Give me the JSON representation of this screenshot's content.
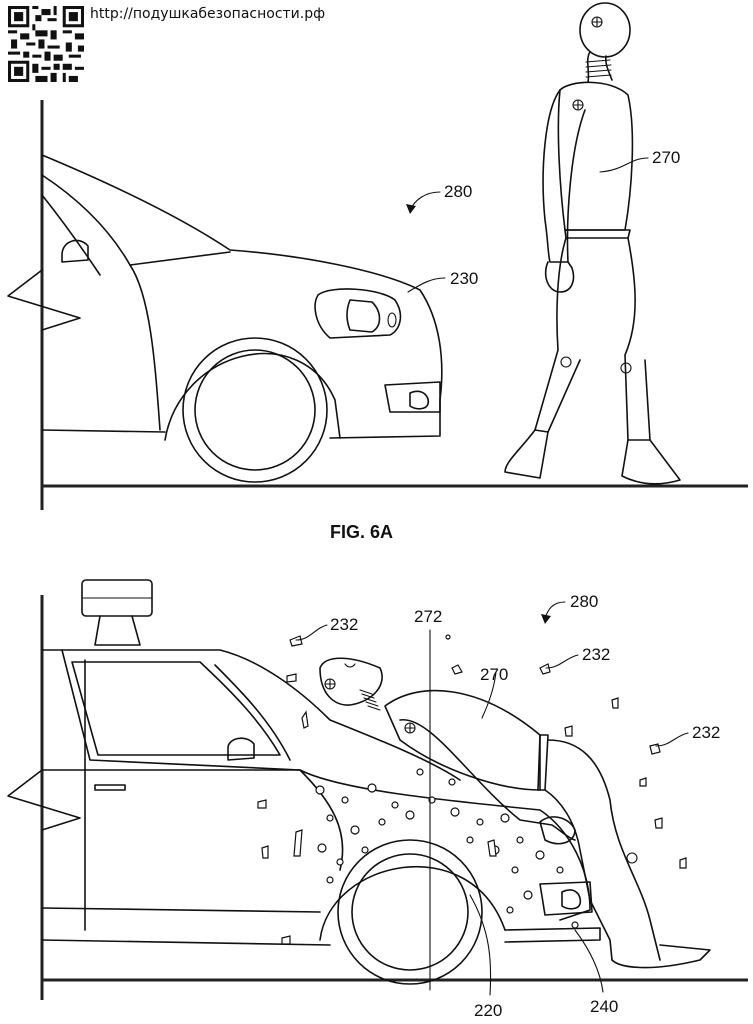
{
  "header": {
    "qr_code": "qr-code",
    "url_text": "http://подушкабезопасности.рф"
  },
  "figure_6a": {
    "caption": "FIG. 6A",
    "labels": {
      "system": "280",
      "pedestrian": "270",
      "vehicle": "230"
    }
  },
  "figure_6b": {
    "labels": {
      "system": "280",
      "adhesive_element": "272",
      "pedestrian": "270",
      "debris_1": "232",
      "debris_2": "232",
      "debris_3": "232",
      "hood": "220",
      "bumper": "240"
    }
  }
}
